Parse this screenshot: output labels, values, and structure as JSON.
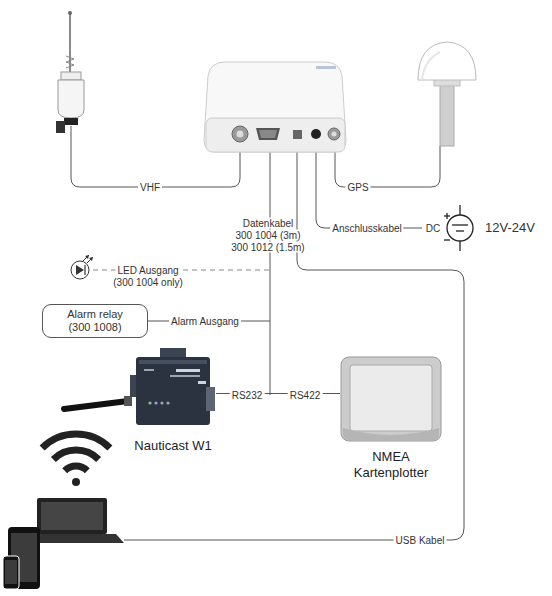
{
  "diagram": {
    "nodes": [
      {
        "text": [
          "Alarm relay (300 1008)"
        ]
      },
      {
        "text": [
          "Nauticast W1"
        ]
      },
      {
        "text": [
          "NMEA Kartenplotter"
        ]
      }
    ],
    "edges": [
      {
        "from": 1,
        "to": 2,
        "arrow": "none"
      }
    ],
    "labels": [
      "VHF",
      "GPS",
      "Datenkabel",
      "300 1004 (3m)",
      "300 1012 (1.5m)",
      "Anschlusskabel",
      "DC",
      "12V-24V",
      "LED Ausgang",
      "(300 1004 only)",
      "Alarm Ausgang",
      "RS232",
      "RS422",
      "USB Kabel"
    ]
  }
}
